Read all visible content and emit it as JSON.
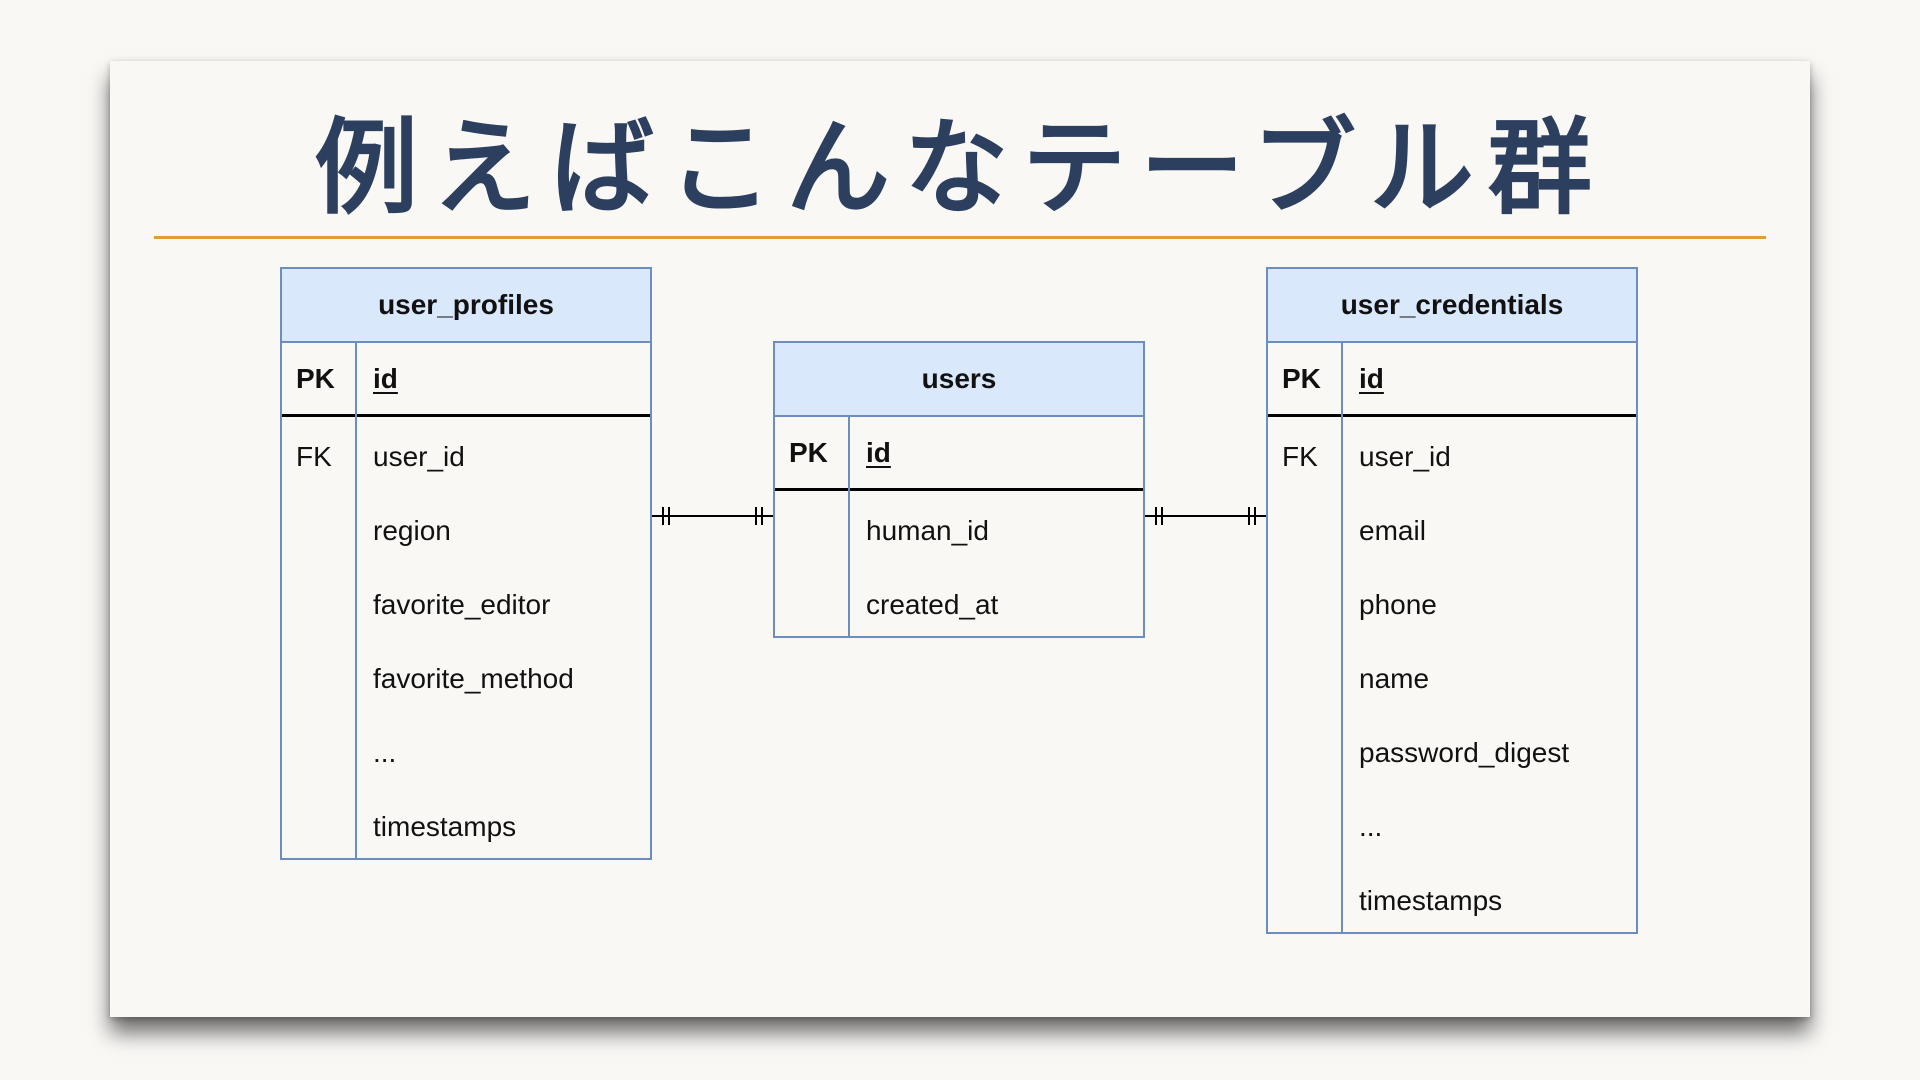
{
  "slide": {
    "title": "例えばこんなテーブル群"
  },
  "colors": {
    "title": "#2c3f5f",
    "title_rule": "#e49a35",
    "entity_border": "#6c8ebf",
    "entity_header_fill": "#dae8fc"
  },
  "entities": {
    "user_profiles": {
      "name": "user_profiles",
      "pk": {
        "key": "PK",
        "field": "id"
      },
      "fields": [
        {
          "key": "FK",
          "name": "user_id"
        },
        {
          "key": "",
          "name": "region"
        },
        {
          "key": "",
          "name": "favorite_editor"
        },
        {
          "key": "",
          "name": "favorite_method"
        },
        {
          "key": "",
          "name": "..."
        },
        {
          "key": "",
          "name": "timestamps"
        }
      ]
    },
    "users": {
      "name": "users",
      "pk": {
        "key": "PK",
        "field": "id"
      },
      "fields": [
        {
          "key": "",
          "name": "human_id"
        },
        {
          "key": "",
          "name": "created_at"
        }
      ]
    },
    "user_credentials": {
      "name": "user_credentials",
      "pk": {
        "key": "PK",
        "field": "id"
      },
      "fields": [
        {
          "key": "FK",
          "name": "user_id"
        },
        {
          "key": "",
          "name": "email"
        },
        {
          "key": "",
          "name": "phone"
        },
        {
          "key": "",
          "name": "name"
        },
        {
          "key": "",
          "name": "password_digest"
        },
        {
          "key": "",
          "name": "..."
        },
        {
          "key": "",
          "name": "timestamps"
        }
      ]
    }
  },
  "relationships": [
    {
      "from": "user_profiles.user_id",
      "to": "users.id",
      "cardinality": "one-to-one"
    },
    {
      "from": "users.id",
      "to": "user_credentials.user_id",
      "cardinality": "one-to-one"
    }
  ]
}
